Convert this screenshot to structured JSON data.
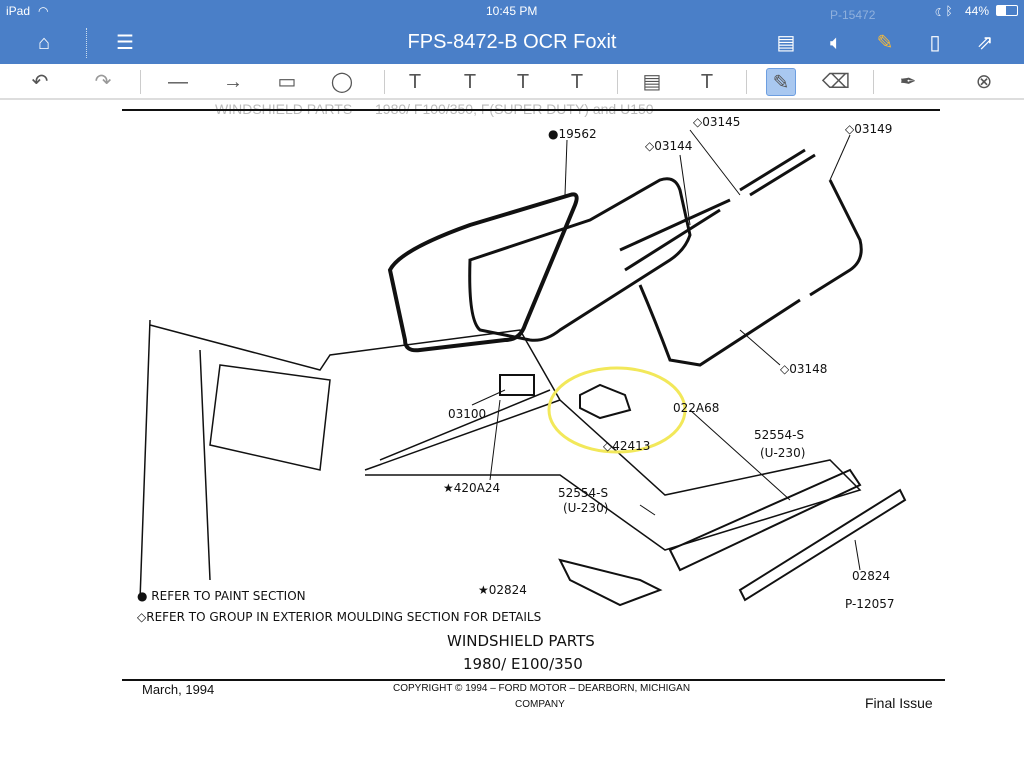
{
  "status": {
    "device": "iPad",
    "time": "10:45 PM",
    "battery": "44%"
  },
  "nav": {
    "title": "FPS-8472-B OCR Foxit"
  },
  "ghost": {
    "line1": "WINDSHIELD PARTS",
    "line2": "1980/ F100/350, F(SUPER DUTY) and U150",
    "page_ref": "P-15472"
  },
  "diagram": {
    "callouts": [
      "●19562",
      "◇03145",
      "◇03149",
      "◇03144",
      "◇03148",
      "03100",
      "022A68",
      "◇42413",
      "52554-S",
      "(U-230)",
      "★420A24",
      "52554-S",
      "(U-230)",
      "★02824",
      "02824",
      "P-12057"
    ],
    "notes": [
      "● REFER TO PAINT SECTION",
      "◇REFER TO GROUP IN EXTERIOR MOULDING SECTION FOR DETAILS"
    ],
    "caption": "WINDSHIELD PARTS",
    "subcaption": "1980/ E100/350"
  },
  "footer": {
    "date": "March, 1994",
    "copyright": "COPYRIGHT © 1994 – FORD MOTOR – DEARBORN, MICHIGAN",
    "company": "COMPANY",
    "issue": "Final Issue"
  },
  "colors": {
    "bar": "#4a7fc8",
    "highlight": "#f2e85a"
  }
}
